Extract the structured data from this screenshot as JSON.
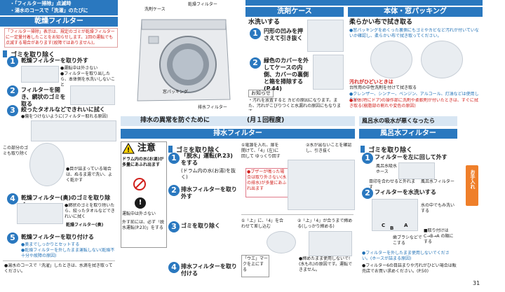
{
  "top_left": {
    "bullet1": "・「フィルター掃除」点滅時",
    "bullet2": "・湯水のコースで「洗濯」のたびに"
  },
  "dryer": {
    "title": "乾燥フィルター",
    "note": "「フィルター掃除」表示は、規定のゴミが乾燥フィルターに一定量付着したことをお知らせします。1回の運転でも点滅する場合があります(故障ではありません)。",
    "section": "ゴミを取り除く",
    "step1": "乾燥フィルターを取り外す",
    "step1_notes": [
      "●運転中は外さない",
      "●フィルターを取り出したら、本体側を水洗いしないこと"
    ],
    "step2": "フィルターを開き、網状のゴミを取る",
    "step3": "絞ったタオルなどできれいに拭く",
    "step3_note": "●傷をつけないように(フィルター取れる原因)",
    "caption_small": "この部分のゴミも取り除く",
    "step3_note2": "●目が詰まっている場合は、ぬるま湯で洗い、よく乾かす",
    "step4": "乾燥フィルター(奥)のゴミを取り除く",
    "step4_note": "●網状のゴミを取り除いたら、絞ったタオルなどできれいに拭く",
    "step4_label": "乾燥フィルター(奥)",
    "step5": "乾燥フィルターを取り付ける",
    "step5_notes": [
      "●奥までしっかりとセットする",
      "●乾燥フィルターを外したまま運転しない(乾燥不十分や故障の原因)"
    ],
    "footer": "●湯水のコースで「洗濯」したときは、水滴を拭き取ってください。"
  },
  "machine": {
    "label_case": "洗剤ケース",
    "label_dryer": "乾燥フィルター",
    "label_packing": "窓パッキング",
    "label_drain": "排水フィルター"
  },
  "detergent": {
    "title": "洗剤ケース",
    "subtitle": "水洗いする",
    "step1": "円形の凹みを押さえて引き抜く",
    "step2": "緑色のカバーを外してケースの内側、カバーの裏側と箱を掃除する(P.44)",
    "note_head": "お知らせ",
    "note": "・汚れを放置すると カビの原因になります。また、汚れがこびりつくと水漏れの原因にもなります。"
  },
  "packing": {
    "title": "本体・窓パッキング",
    "subtitle": "柔らかい布で拭き取る",
    "note": "●窓パッキングをめくった裏側にもゴミやカビなど汚れが付いていないか確認し、柔らかい布で拭き取ってください。",
    "dirty_head": "汚れがひどいときは",
    "dirty_text": "台所用の中性洗剤を付けて拭き取る",
    "warn1": "●クレンザー、シンナー、ベンジン、アルコール、灯油などは使用しない",
    "warn2": "●本体(特にドア)の操作部に洗剤や柔軟剤が付いたときは、すぐに拭き取る(樹脂部の割れや変色の原因)"
  },
  "drain": {
    "banner": "排水の異常を防ぐために",
    "freq": "(月１回程度)",
    "title": "排水フィルター",
    "caution": "注意",
    "caution_text": "ドラム内の水(お湯)が多量にあふれ出ます",
    "prohibit": "運転中は外さない",
    "instruct": "外す前には、必ず「脱水運転(P.23)」をする",
    "section": "ゴミを取り除く",
    "step1": "「脱水」運転(P.23)をする",
    "step1_sub": "(ドラム内の水(お湯)を抜く)",
    "step2": "排水フィルターを取り外す",
    "step3": "ゴミを取り除く",
    "step4": "排水フィルターを取り付ける",
    "c1": "①電源を入れ、扉を開けて、「4」(左)に回して ゆっくり回す",
    "c2": "②水が出ないことを確認し、引き抜く",
    "c2_warn": "●ブザーが鳴った場合は取り外さない(水の排水)が多量にあふれ出ます",
    "c3": "①「上」に、「4」を合わせて差し込む",
    "c4": "②「上」「4」が合うまで締める(しっかり締める)",
    "mark": "「ウエ」マークを上にする",
    "c4_warn": "●締めたまま使用しないで!(水もれ)の原因です。運転できません。"
  },
  "bath": {
    "banner": "風呂水の吸水が悪くなったら",
    "title": "風呂水フィルター",
    "section": "ゴミを取り除く",
    "step1": "フィルターを左に回して外す",
    "label_hose": "風呂水吸水ホース",
    "label_filter": "風呂水フィルター",
    "step1_note": "目印を合わせると外れます",
    "step2": "フィルターを水洗いする",
    "label_brush": "歯ブラシなどでこする",
    "label_wash": "水の中でもみ洗いする",
    "attach": "■取り付けは C→B→A の順にする",
    "label_c": "C",
    "label_b": "B",
    "label_a": "A",
    "note1": "●フィルターを外したまま使用しないでください。(ホースが詰まる原因)",
    "note2": "●フィルター6の目詰まりや汚れがひどい場合は販売店でお買い求めください。(P.50)"
  },
  "side_tab": "お手入れ",
  "page_number": "31"
}
